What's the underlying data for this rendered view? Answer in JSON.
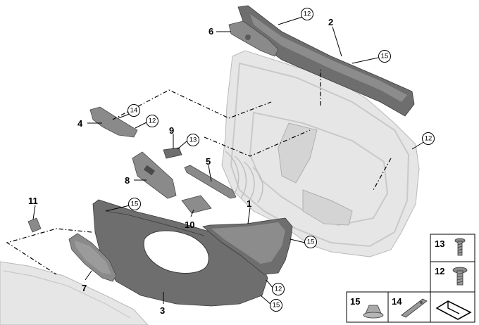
{
  "callouts": {
    "c1": "1",
    "c2": "2",
    "c3": "3",
    "c4": "4",
    "c5": "5",
    "c6": "6",
    "c7": "7",
    "c8": "8",
    "c9": "9",
    "c10": "10",
    "c11": "11",
    "r12a": "12",
    "r12b": "12",
    "r12c": "12",
    "r12d": "12",
    "r13": "13",
    "r14": "14",
    "r15a": "15",
    "r15b": "15",
    "r15c": "15"
  },
  "legend": {
    "screw": "13",
    "nut": "12",
    "clip": "15",
    "rivet": "14"
  }
}
